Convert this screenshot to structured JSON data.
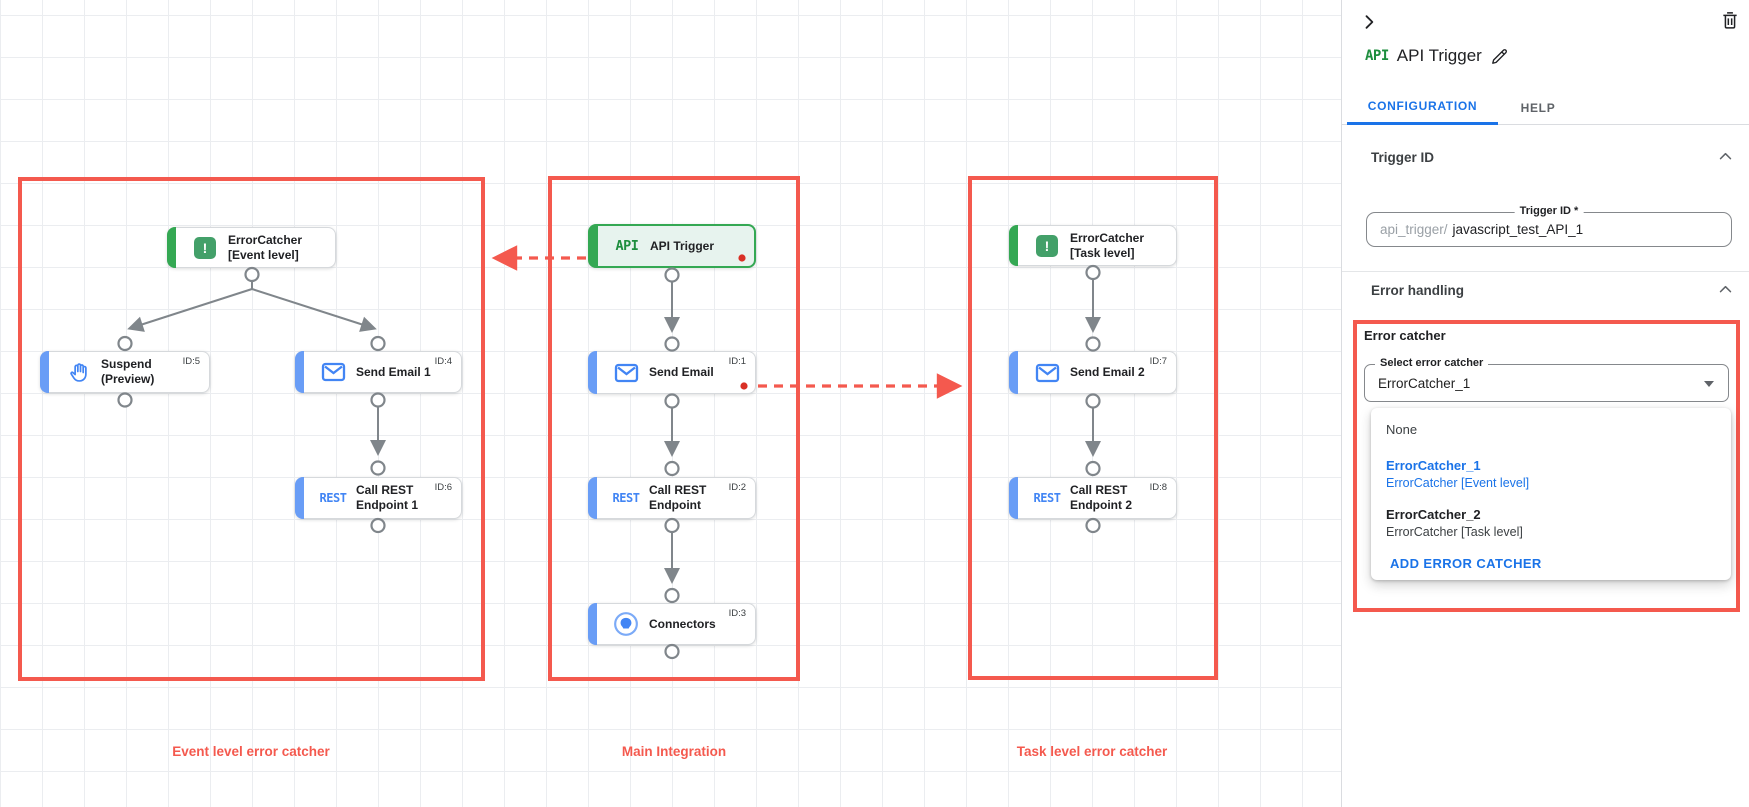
{
  "colors": {
    "annotation_red": "#f4594e",
    "accent_blue": "#699df6",
    "accent_green": "#34a853",
    "icon_blue": "#4285f4",
    "link_blue": "#1a73e8",
    "edge_gray": "#80868b",
    "dot_red": "#d93025"
  },
  "canvas": {
    "groups": [
      {
        "label": "Event level error catcher"
      },
      {
        "label": "Main Integration"
      },
      {
        "label": "Task level error catcher"
      }
    ],
    "nodes": [
      {
        "icon": "error-catcher-icon",
        "line1": "ErrorCatcher",
        "line2": "[Event level]",
        "id_label": ""
      },
      {
        "icon": "hand-icon",
        "line1": "Suspend",
        "line2": "(Preview)",
        "id_label": "ID:5"
      },
      {
        "icon": "email-icon",
        "line1": "Send Email 1",
        "line2": "",
        "id_label": "ID:4"
      },
      {
        "icon": "rest-icon",
        "icon_text": "REST",
        "line1": "Call REST",
        "line2": "Endpoint 1",
        "id_label": "ID:6"
      },
      {
        "icon": "api-icon",
        "icon_text": "API",
        "line1": "API Trigger",
        "line2": "",
        "id_label": ""
      },
      {
        "icon": "email-icon",
        "line1": "Send Email",
        "line2": "",
        "id_label": "ID:1"
      },
      {
        "icon": "rest-icon",
        "icon_text": "REST",
        "line1": "Call REST",
        "line2": "Endpoint",
        "id_label": "ID:2"
      },
      {
        "icon": "connector-icon",
        "line1": "Connectors",
        "line2": "",
        "id_label": "ID:3"
      },
      {
        "icon": "error-catcher-icon",
        "line1": "ErrorCatcher",
        "line2": "[Task level]",
        "id_label": ""
      },
      {
        "icon": "email-icon",
        "line1": "Send Email 2",
        "line2": "",
        "id_label": "ID:7"
      },
      {
        "icon": "rest-icon",
        "icon_text": "REST",
        "line1": "Call REST",
        "line2": "Endpoint 2",
        "id_label": "ID:8"
      }
    ],
    "error_icon_glyph": "!"
  },
  "panel": {
    "trigger_logo": "API",
    "title": "API Trigger",
    "tabs": [
      {
        "label": "CONFIGURATION"
      },
      {
        "label": "HELP"
      }
    ],
    "trigger_id_section": {
      "header": "Trigger ID",
      "field_label": "Trigger ID *",
      "prefix": "api_trigger/",
      "value": "javascript_test_API_1"
    },
    "error_handling_section": {
      "header": "Error handling",
      "group_label": "Error catcher",
      "select_label": "Select error catcher",
      "select_value": "ErrorCatcher_1",
      "dropdown": {
        "none_label": "None",
        "option1_title": "ErrorCatcher_1",
        "option1_subtitle": "ErrorCatcher [Event level]",
        "option2_title": "ErrorCatcher_2",
        "option2_subtitle": "ErrorCatcher [Task level]",
        "add_label": "ADD ERROR CATCHER"
      }
    }
  }
}
